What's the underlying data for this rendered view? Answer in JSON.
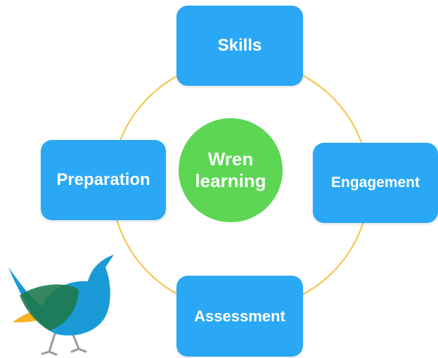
{
  "diagram": {
    "center": {
      "line1": "Wren",
      "line2": "learning"
    },
    "nodes": {
      "top": "Skills",
      "left": "Preparation",
      "right": "Engagement",
      "bottom": "Assessment"
    }
  },
  "colors": {
    "box": "#2aa8f5",
    "center": "#5dd654",
    "ring": "#f5c242",
    "bird_body": "#1a9bd7",
    "bird_wing": "#1e7a4e",
    "bird_tail": "#f6b323",
    "bird_legs": "#9a9a9a"
  },
  "logo": {
    "icon": "wren-bird-icon"
  }
}
